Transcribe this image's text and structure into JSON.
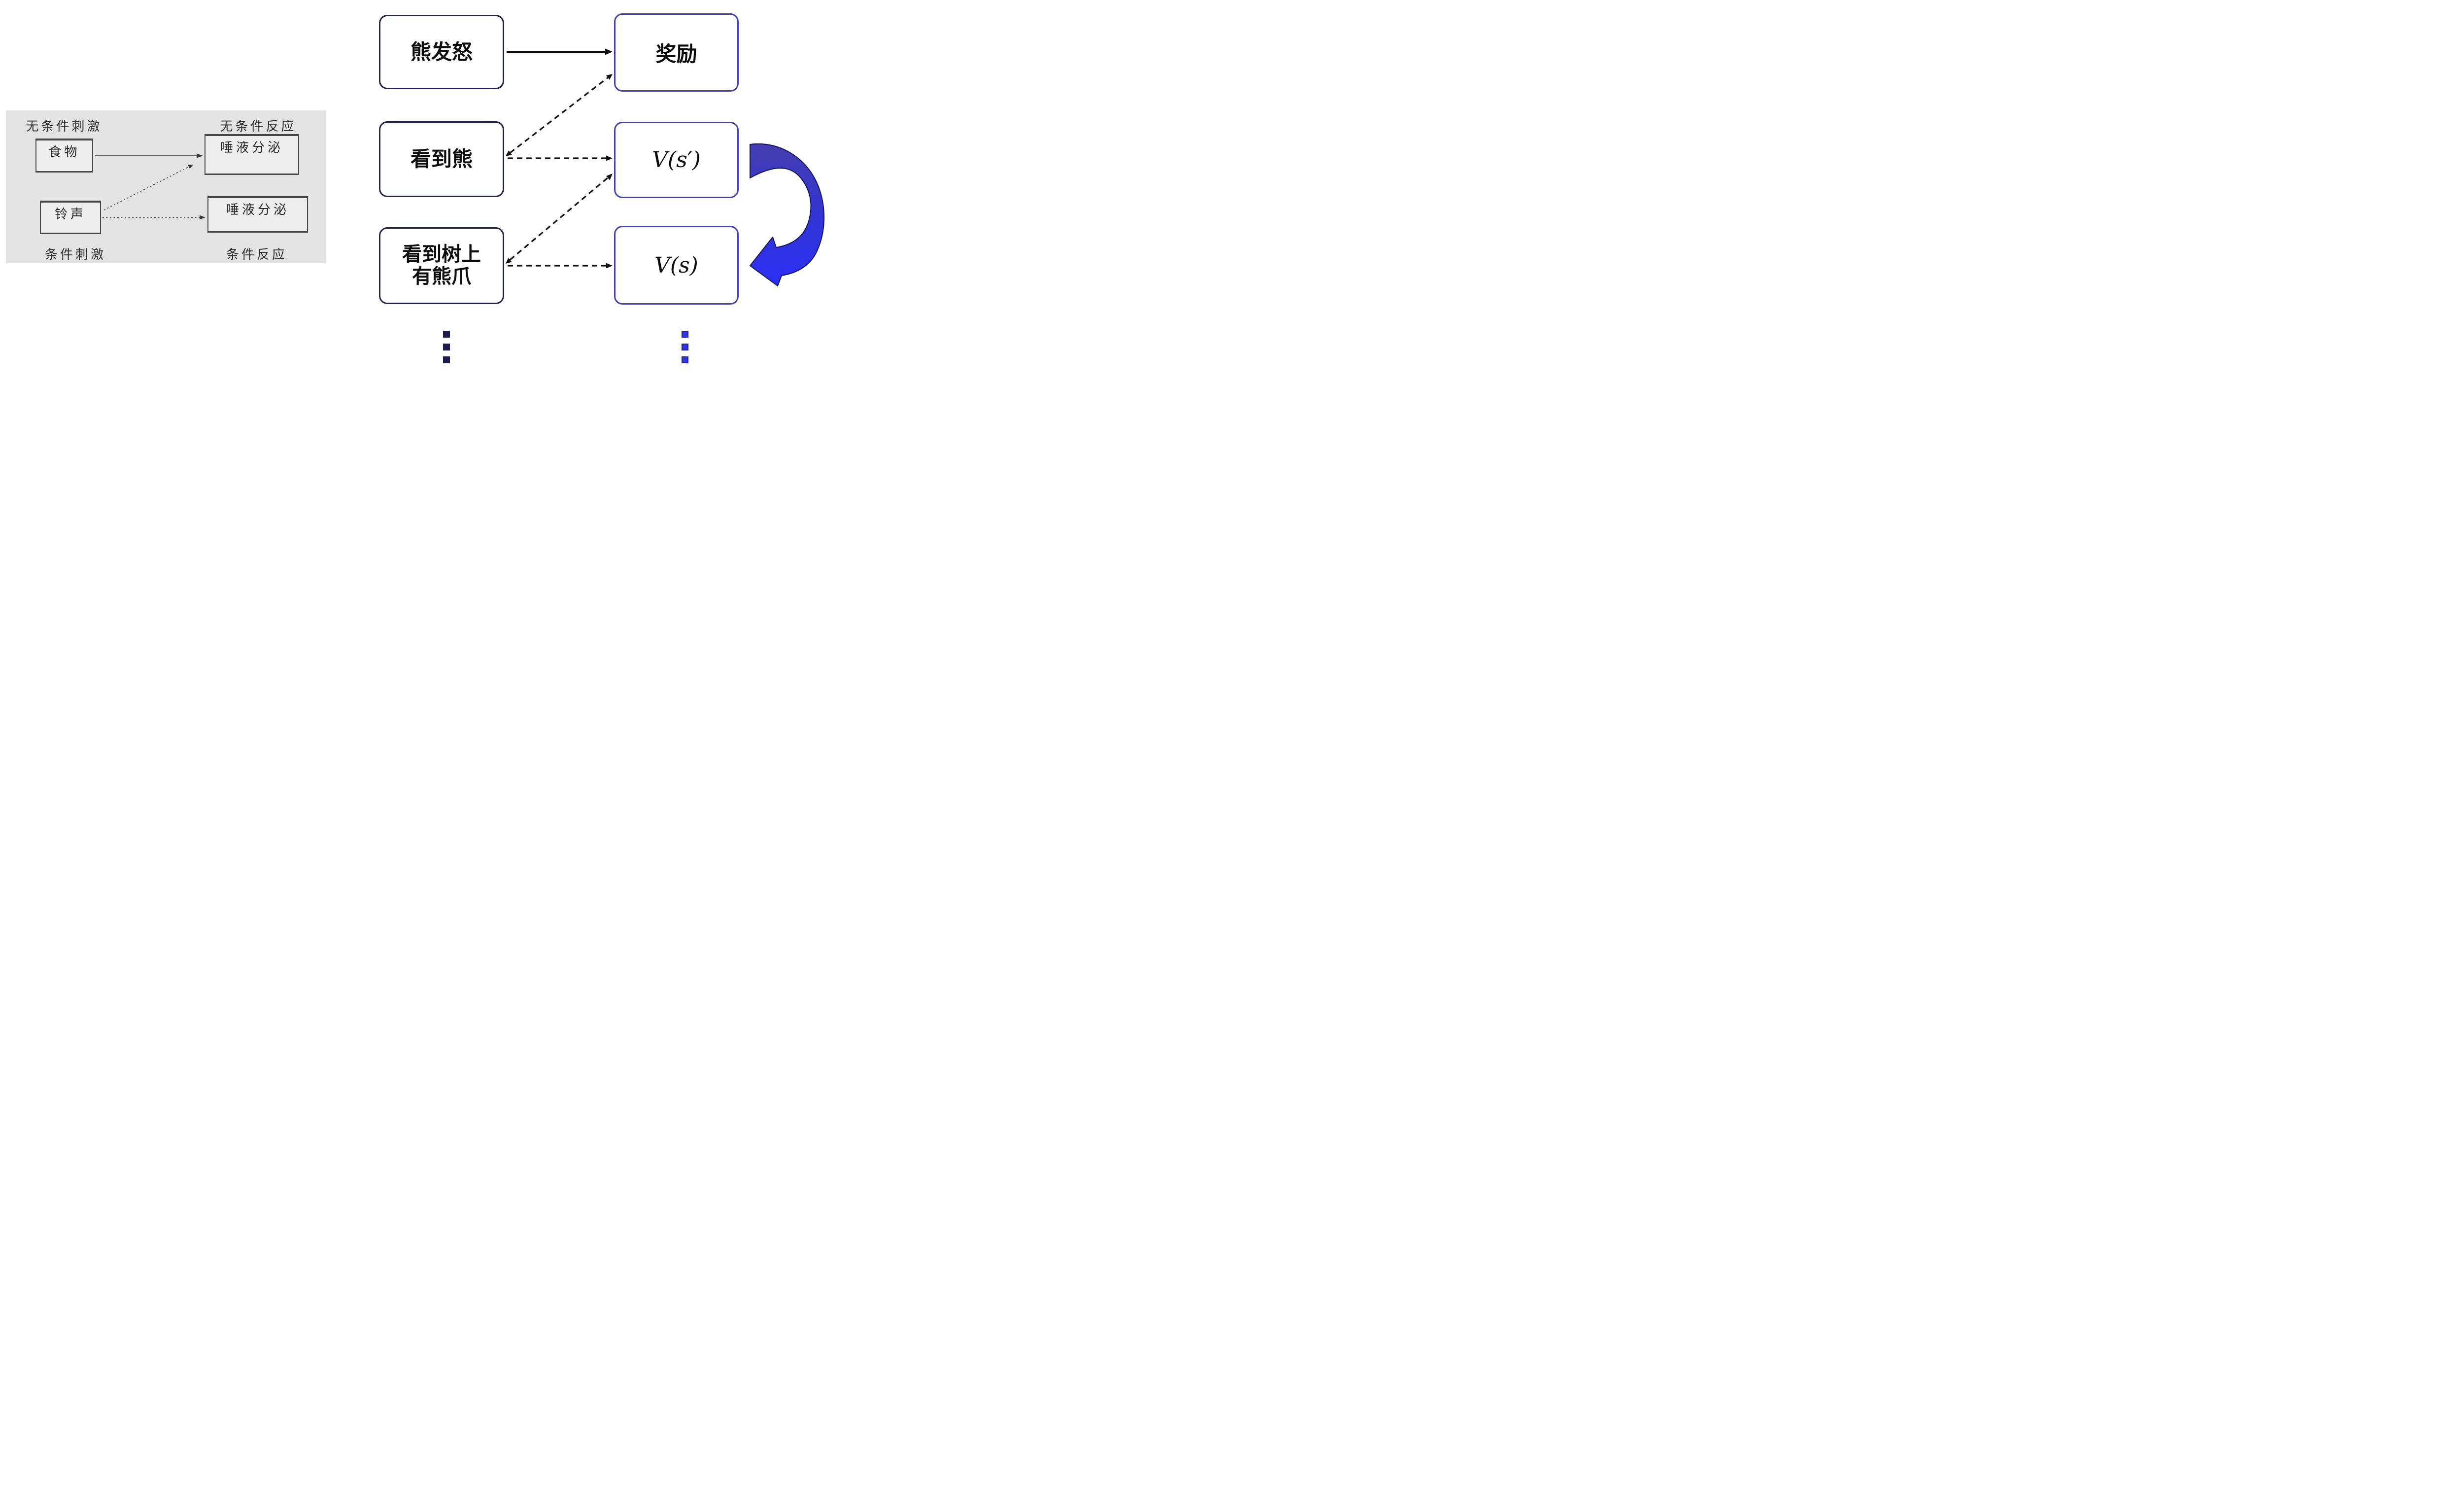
{
  "pavlov_panel": {
    "label_unconditioned_stimulus": "无条件刺激",
    "label_unconditioned_response": "无条件反应",
    "label_conditioned_stimulus": "条件刺激",
    "label_conditioned_response": "条件反应",
    "box_food": "食物",
    "box_salivation_top": "唾液分泌",
    "box_bell": "铃声",
    "box_salivation_bottom": "唾液分泌",
    "colors": {
      "panel_background": "#e3e3e3",
      "box_fill": "#eeeeee",
      "box_border": "#474747",
      "arrow": "#3a3a3a"
    }
  },
  "td_diagram": {
    "state_boxes": [
      {
        "label": "熊发怒"
      },
      {
        "label": "看到熊"
      },
      {
        "label_line1": "看到树上",
        "label_line2": "有熊爪"
      }
    ],
    "value_boxes": [
      {
        "label": "奖励"
      },
      {
        "label": "V(s′)"
      },
      {
        "label": "V(s)"
      }
    ],
    "icons": {
      "cycle_arrow": "cycle-arrow",
      "ellipsis_left": "vertical-ellipsis",
      "ellipsis_right": "vertical-ellipsis"
    },
    "colors": {
      "state_border": "#23234f",
      "value_border": "#4343b4",
      "solid_arrow": "#111111",
      "dashed_arrow": "#111111",
      "ellipsis_left": "#1b1b4e",
      "ellipsis_right": "#3434dd",
      "cycle_arrow_top": "#453db0",
      "cycle_arrow_bottom": "#2a2ef5"
    }
  }
}
